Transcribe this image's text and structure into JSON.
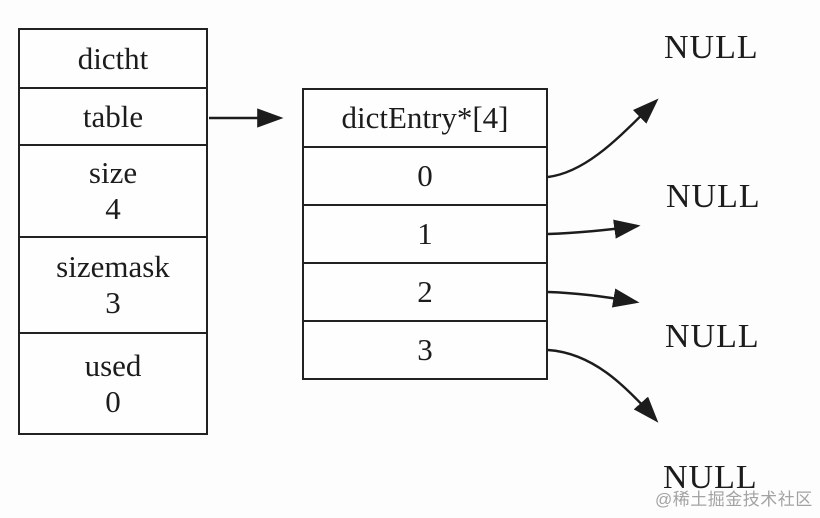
{
  "dictht_struct": {
    "title": "dictht",
    "fields": [
      {
        "name": "table",
        "value": ""
      },
      {
        "name": "size",
        "value": "4"
      },
      {
        "name": "sizemask",
        "value": "3"
      },
      {
        "name": "used",
        "value": "0"
      }
    ]
  },
  "entry_array": {
    "header": "dictEntry*[4]",
    "slots": [
      "0",
      "1",
      "2",
      "3"
    ]
  },
  "null_labels": [
    "NULL",
    "NULL",
    "NULL",
    "NULL"
  ],
  "watermark": "@稀土掘金技术社区",
  "colors": {
    "line": "#222222",
    "text": "#1c1c1c",
    "watermark": "#a3a3a3",
    "background": "#fdfdfd"
  }
}
